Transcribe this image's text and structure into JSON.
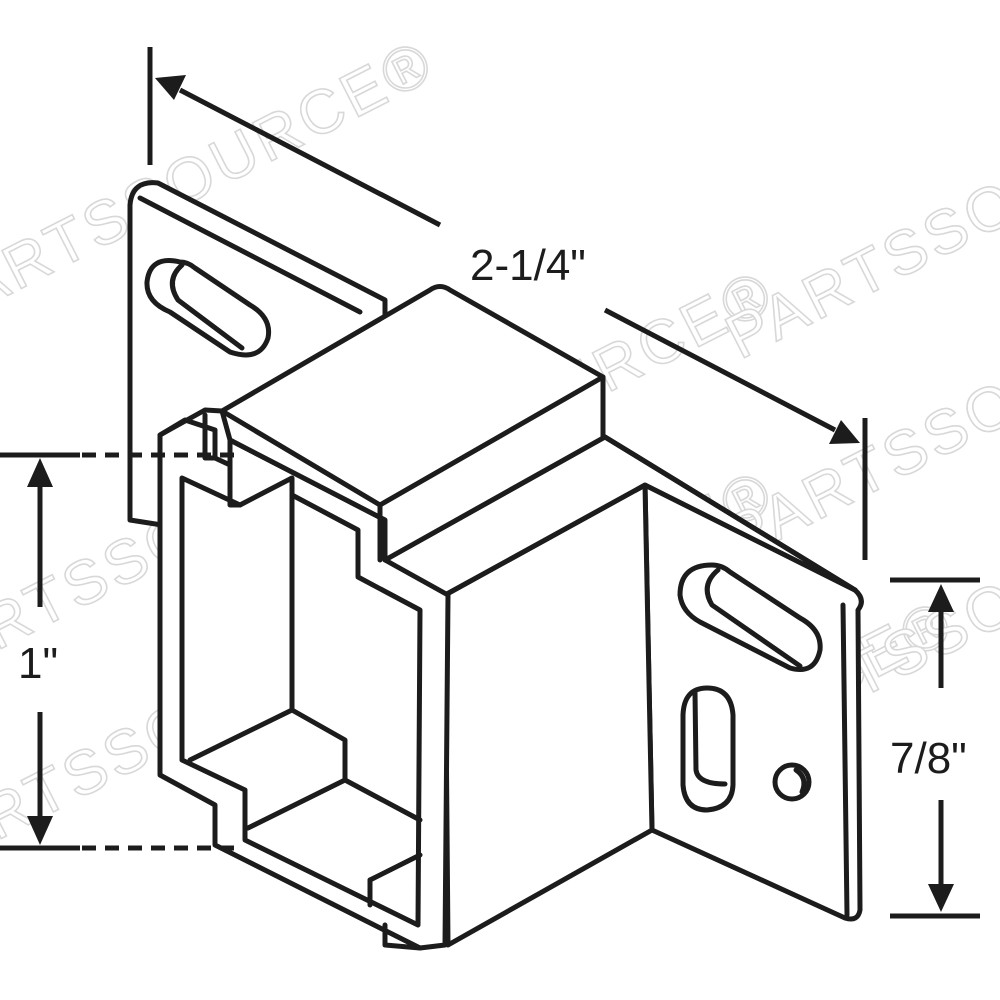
{
  "diagram": {
    "subject": "Bracket (isometric line drawing)",
    "watermark": {
      "text": "PARTSSOURCE®",
      "color": "#d8d8d8"
    },
    "dimensions": {
      "width_label": "2-1/4\"",
      "height_label": "1\"",
      "flange_height_label": "7/8\""
    },
    "colors": {
      "line": "#1c1c1c",
      "background": "#ffffff"
    }
  }
}
